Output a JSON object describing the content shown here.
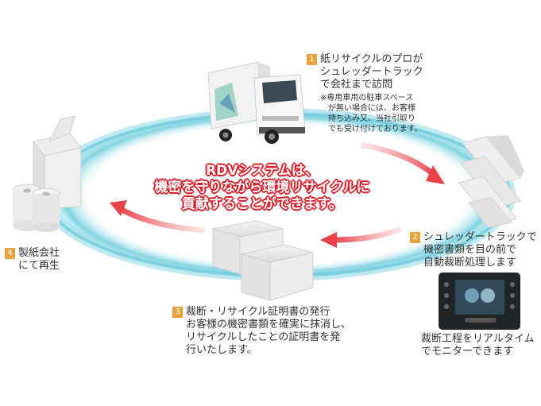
{
  "center": {
    "lines": [
      "RDVシステムは、",
      "機密を守りながら環境リサイクルに",
      "貢献することができます。"
    ]
  },
  "steps": [
    {
      "num": "1",
      "lines": [
        "紙リサイクルのプロが",
        "シュレッダートラック",
        "で会社まで訪問"
      ],
      "note": [
        "※専用車用の駐車スペース",
        "が無い場合には、お客様",
        "持ち込み又、当社引取り",
        "でも受け付けております。"
      ]
    },
    {
      "num": "2",
      "lines": [
        "シュレッダートラックで",
        "機密書類を目の前で",
        "自動裁断処理します"
      ],
      "sub": [
        "裁断工程をリアルタイム",
        "でモニターできます"
      ]
    },
    {
      "num": "3",
      "lines": [
        "裁断・リサイクル証明書の発行",
        "お客様の機密書類を確実に抹消し、",
        "リサイクルしたことの証明書を発",
        "行いたします。"
      ]
    },
    {
      "num": "4",
      "lines": [
        "製紙会社",
        "にて再生"
      ]
    }
  ],
  "colors": {
    "accent": "#e8a33d",
    "arrow": "#e8424a",
    "ring": "#5bc4d8",
    "text_outline": "#d8202a"
  },
  "icons": [
    "truck-icon",
    "shredded-paper-icon",
    "monitor-icon",
    "boxes-icon",
    "paper-rolls-icon"
  ]
}
